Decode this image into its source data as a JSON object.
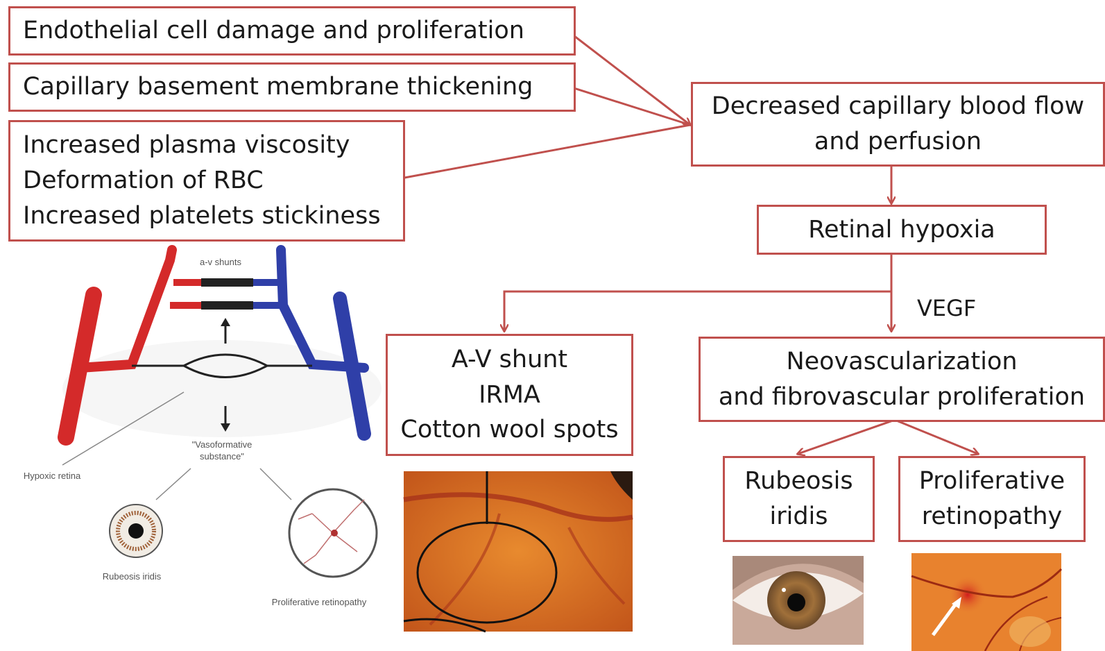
{
  "boxes": {
    "endothelial": "Endothelial cell damage and proliferation",
    "capillary_bm": "Capillary basement membrane thickening",
    "blood_factors": [
      "Increased plasma viscosity",
      "Deformation of RBC",
      "Increased platelets stickiness"
    ],
    "decreased_flow": [
      "Decreased capillary blood flow",
      "and perfusion"
    ],
    "hypoxia": "Retinal hypoxia",
    "av_shunt": [
      "A-V shunt",
      "IRMA",
      "Cotton wool spots"
    ],
    "neovascularization": [
      "Neovascularization",
      "and fibrovascular proliferation"
    ],
    "rubeosis": [
      "Rubeosis",
      "iridis"
    ],
    "proliferative": [
      "Proliferative",
      "retinopathy"
    ]
  },
  "arrow_label": "VEGF",
  "illustration": {
    "av_shunts": "a-v shunts",
    "vasoformative": [
      "\"Vasoformative",
      "substance\""
    ],
    "hypoxic_retina": "Hypoxic retina",
    "rubeosis_iridis": "Rubeosis iridis",
    "proliferative_retinopathy": "Proliferative retinopathy"
  },
  "colors": {
    "border": "#c0504d",
    "arteriole": "#d42a2a",
    "venule": "#2f3fa8",
    "fundus": "#d9731f"
  }
}
